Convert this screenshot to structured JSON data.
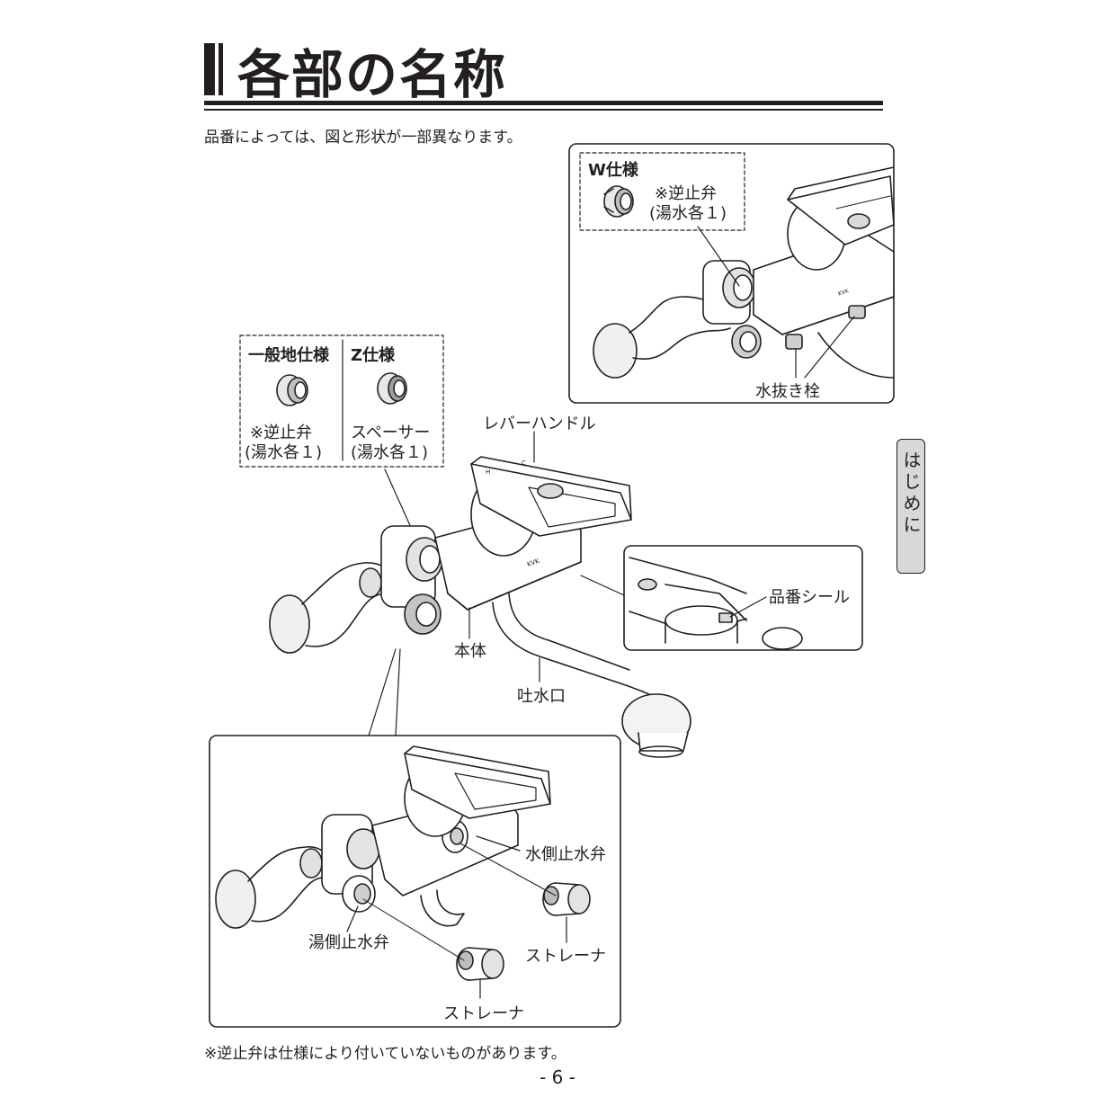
{
  "page": {
    "title": "各部の名称",
    "intro_note": "品番によっては、図と形状が一部異なります。",
    "footer_note": "※逆止弁は仕様により付いていないものがあります。",
    "page_number": "- 6 -",
    "side_tab": "はじめに"
  },
  "w_spec": {
    "heading": "W仕様",
    "check_valve": "※逆止弁",
    "check_valve_qty": "(湯水各１)",
    "drain_plug": "水抜き栓"
  },
  "general_spec": {
    "heading": "一般地仕様",
    "check_valve": "※逆止弁",
    "check_valve_qty": "(湯水各１)"
  },
  "z_spec": {
    "heading": "Z仕様",
    "spacer": "スペーサー",
    "spacer_qty": "(湯水各１)"
  },
  "parts": {
    "lever_handle": "レバーハンドル",
    "body": "本体",
    "spout": "吐水口",
    "product_seal": "品番シール",
    "cold_stop_valve": "水側止水弁",
    "hot_stop_valve": "湯側止水弁",
    "strainer_right": "ストレーナ",
    "strainer_bottom": "ストレーナ"
  },
  "faucet_brand": "KVK",
  "faucet_marks": {
    "hot": "H",
    "cold": "C"
  }
}
